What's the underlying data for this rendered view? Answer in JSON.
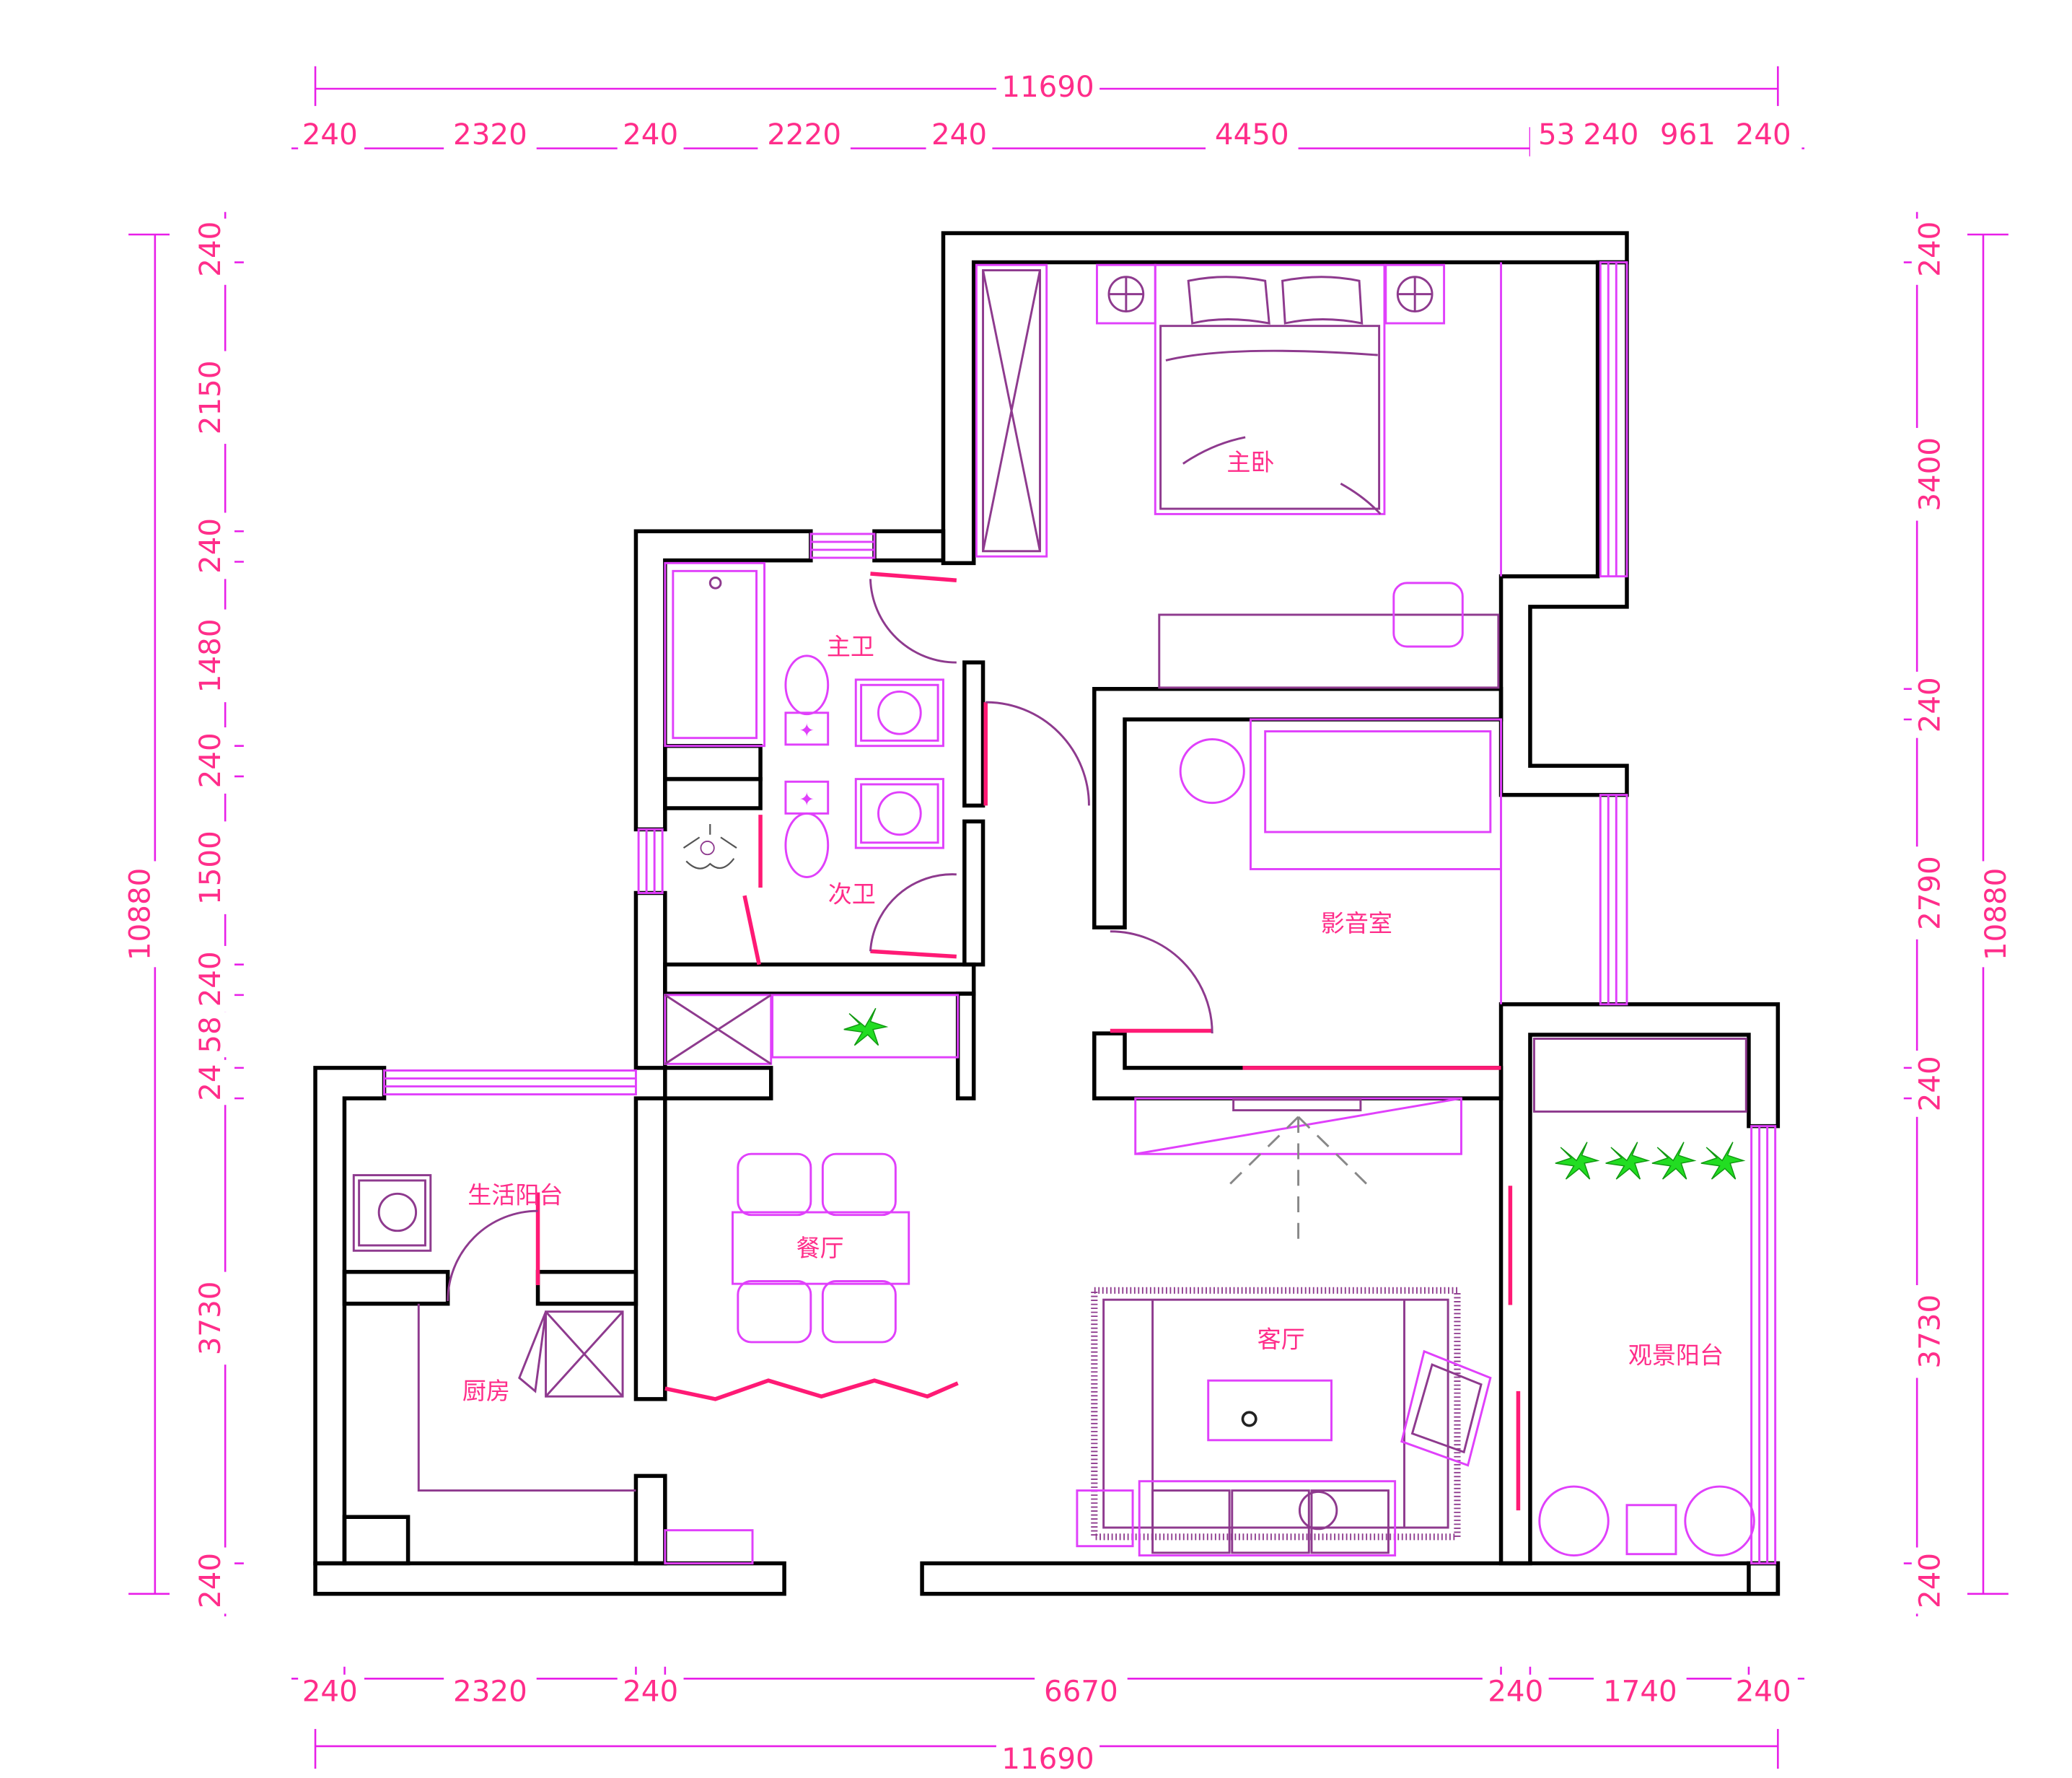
{
  "colors": {
    "dimension": "#ff2d8a",
    "wall": "#000000",
    "furniture": "#e040fb",
    "door": "#8e3a8e",
    "accent": "#ff1a75",
    "plant": "#22dd22"
  },
  "dimensions": {
    "top_total": "11690",
    "top": [
      "240",
      "2320",
      "240",
      "2220",
      "240",
      "4450",
      "53",
      "240",
      "961",
      "240"
    ],
    "bottom": [
      "240",
      "2320",
      "240",
      "6670",
      "240",
      "1740",
      "240"
    ],
    "bottom_total": "11690",
    "left": [
      "240",
      "2150",
      "240",
      "1480",
      "240",
      "1500",
      "240",
      "58",
      "24",
      "3730",
      "240"
    ],
    "left_total": "10880",
    "right": [
      "240",
      "3400",
      "240",
      "2790",
      "240",
      "3730",
      "240"
    ],
    "right_total": "10880"
  },
  "rooms": {
    "master_bedroom": "主卧",
    "master_bath": "主卫",
    "second_bath": "次卫",
    "media_room": "影音室",
    "utility_balcony": "生活阳台",
    "dining": "餐厅",
    "kitchen": "厨房",
    "living": "客厅",
    "view_balcony": "观景阳台"
  }
}
